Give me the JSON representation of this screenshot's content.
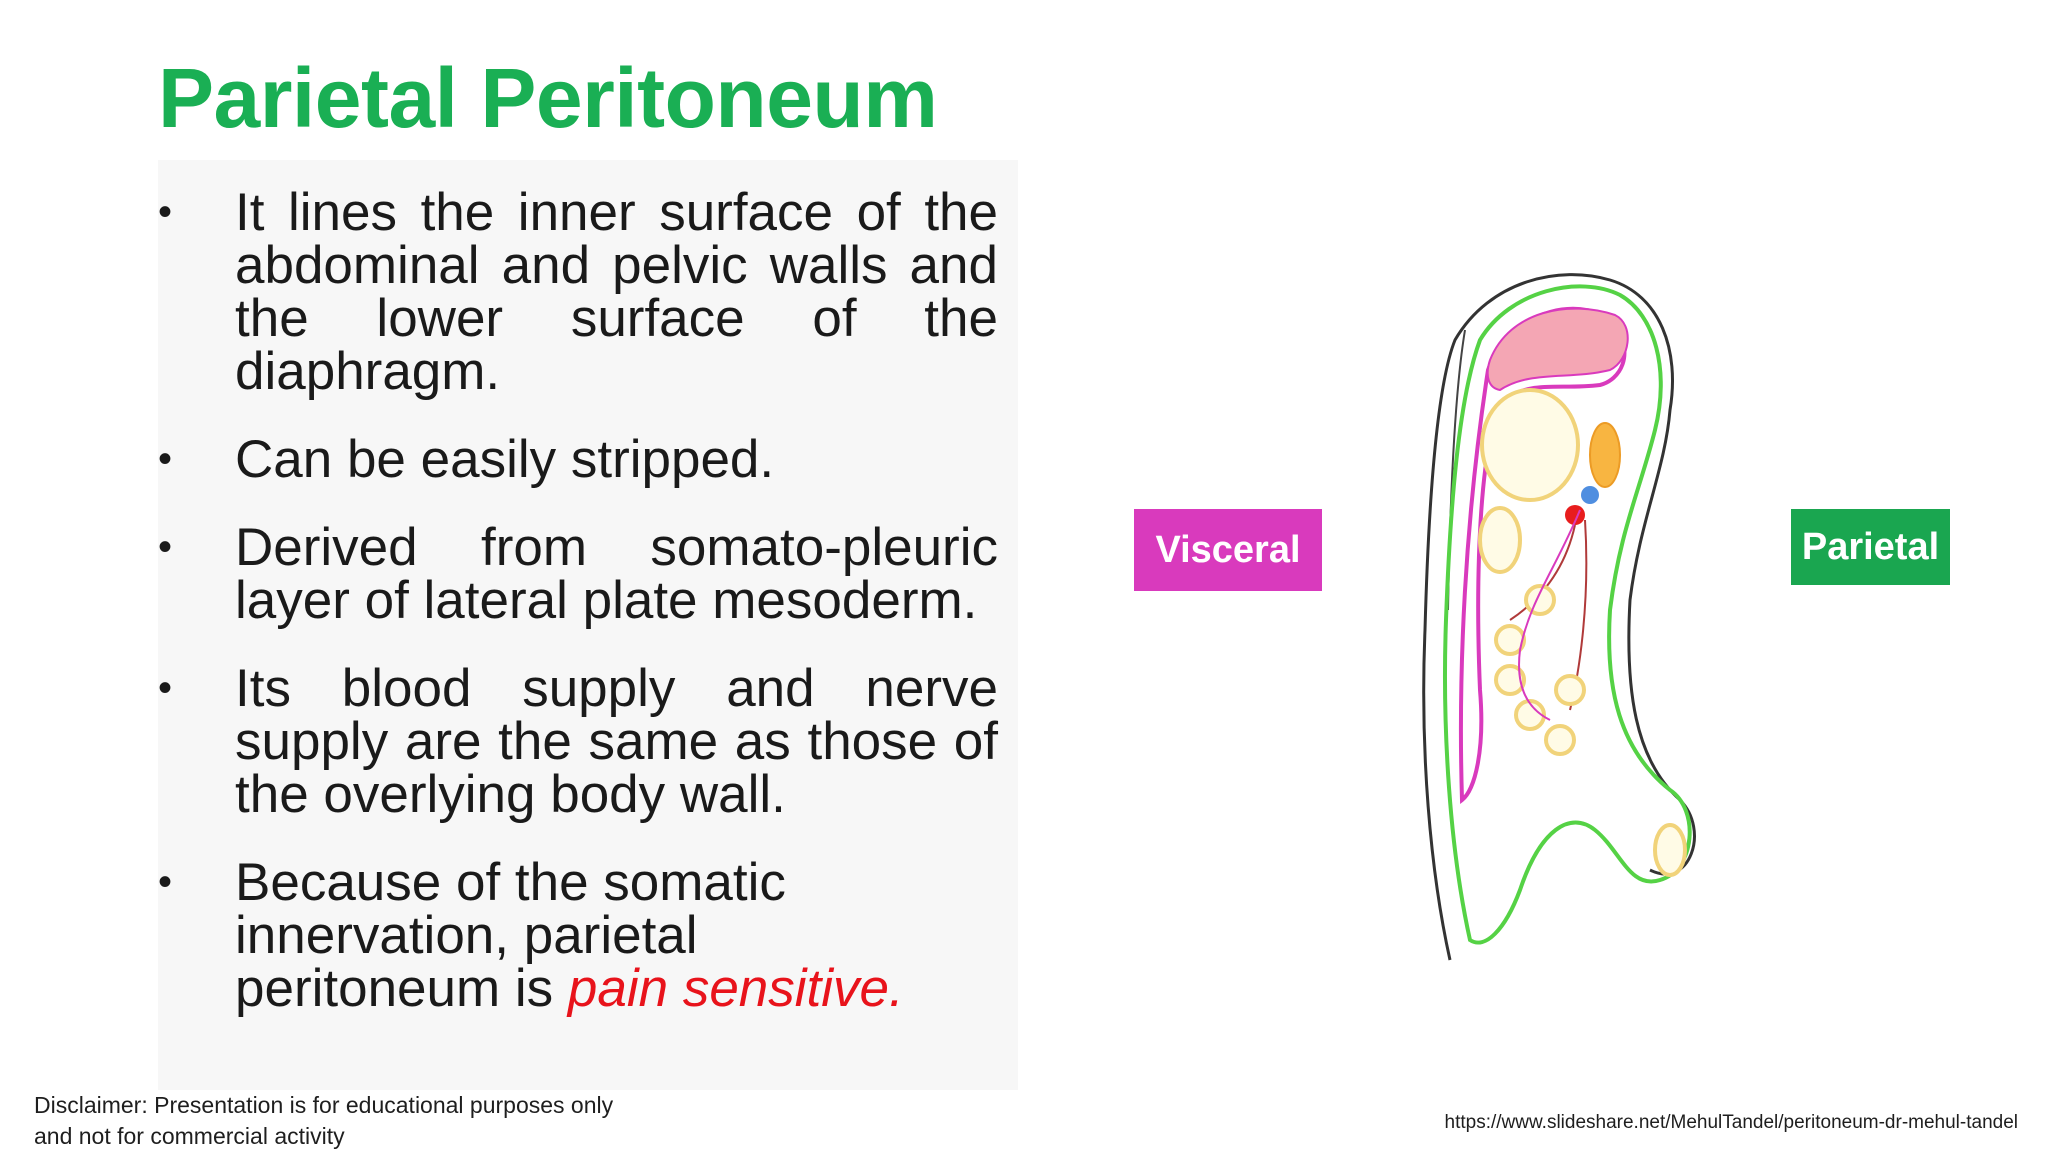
{
  "slide": {
    "title": "Parietal Peritoneum",
    "bullets": [
      "It lines the inner surface of the abdominal and pelvic walls and the lower surface of the diaphragm.",
      "Can be easily stripped.",
      "Derived from somato-pleuric layer of lateral plate mesoderm.",
      "Its blood supply and nerve supply are the same as those of the overlying body wall.",
      "Because of the somatic innervation, parietal peritoneum is "
    ],
    "bullet_emphasis": "pain sensitive.",
    "bullet_symbol": "•",
    "disclaimer": "Disclaimer: Presentation is for educational purposes only and not for commercial activity",
    "source_url": "https://www.slideshare.net/MehulTandel/peritoneum-dr-mehul-tandel"
  },
  "diagram": {
    "label_visceral": "Visceral",
    "label_parietal": "Parietal",
    "colors": {
      "visceral": "#d93abd",
      "parietal": "#1aa650",
      "title": "#1aaf54",
      "emphasis": "#e8131b"
    }
  }
}
